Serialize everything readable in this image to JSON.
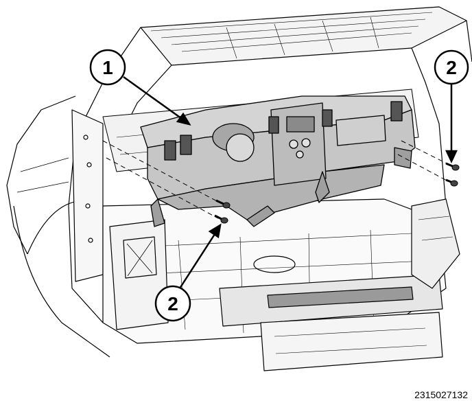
{
  "figure_number": "2315027132",
  "callouts": {
    "c1": "1",
    "c2_top": "2",
    "c2_bottom": "2"
  },
  "colors": {
    "line": "#000000",
    "shade": "#c9c9c9",
    "shade_dark": "#8a8a8a",
    "background": "#ffffff"
  }
}
